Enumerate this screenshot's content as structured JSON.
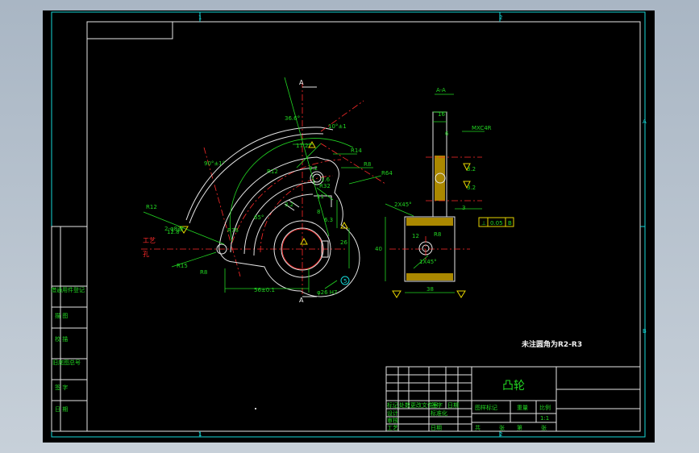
{
  "drawing": {
    "zone_top_1": "1",
    "zone_top_2": "2",
    "zone_bottom_1": "1",
    "zone_bottom_2": "2",
    "zone_right_a": "A",
    "zone_right_b": "B",
    "section_label": "A-A",
    "cut_mark_top": "A",
    "cut_mark_bottom": "A",
    "note": "未注圆角为R2-R3",
    "balloon": "5"
  },
  "dimensions": {
    "angle_36": "36.6°",
    "angle_10": "10°±1",
    "angle_17": "17.2°",
    "angle_90": "90°±1°",
    "angle_12": "12.8",
    "angle_65": "65°",
    "r14": "R14",
    "r8": "R8",
    "r64": "R64",
    "r12_top": "R12",
    "r12_left": "R12",
    "r76": "R76",
    "r15": "R15",
    "r8_low": "R8",
    "r8_sec": "R8",
    "r32": "R32",
    "dia_2_4": "2-φ8通",
    "d11": "11",
    "d8": "8",
    "d32_1": "3.2",
    "d32_2": "3.2",
    "d32_3": "3.2",
    "d32_4": "3.2",
    "d1_6": "1.6",
    "d6_3": "6.3",
    "d12": "12",
    "d40": "40",
    "d26": "26",
    "d56": "56±0.1",
    "phi26": "φ26 H7",
    "m3": "MXC4R",
    "d16": "16",
    "d6": "6",
    "d3": "3",
    "c_top": "2X45°",
    "c_bot": "1X45°",
    "d38": "38",
    "tol_sym": "⊥",
    "tol_val": "0.05",
    "tol_ref": "B",
    "craft_1": "工艺",
    "craft_2": "孔"
  },
  "left_block": {
    "rows": [
      "借通用件登记",
      "描 图",
      "校 描",
      "旧底图总号",
      "签 字",
      "日 期"
    ]
  },
  "title_block": {
    "part_name": "凸轮",
    "col_headers": [
      "标记",
      "处数",
      "更改文件号",
      "签字",
      "日期"
    ],
    "row_labels": [
      "设计",
      "审核",
      "工艺"
    ],
    "standard_label": "标准化",
    "date_label": "日期",
    "stage_label": "图样标记",
    "weight_label": "重量",
    "scale_label": "比例",
    "scale_value": "1:1",
    "sheet_total": "共",
    "sheet_unit": "张",
    "sheet_no": "第",
    "sheet_unit2": "张"
  }
}
